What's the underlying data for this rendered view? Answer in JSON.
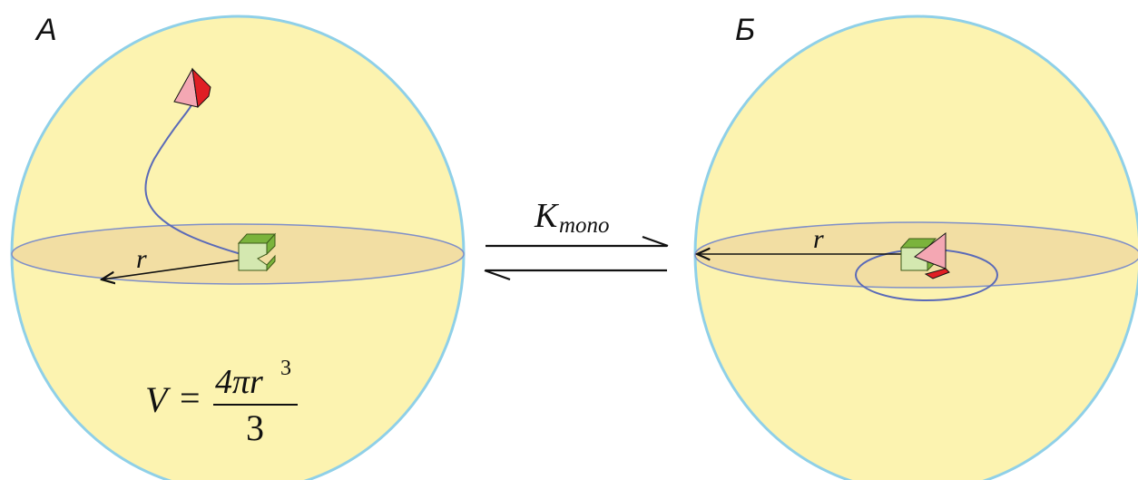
{
  "panel_a": {
    "label": "А",
    "radius_label": "r",
    "formula": {
      "lhs": "V",
      "eq": "=",
      "numerator": "4πr",
      "exponent": "3",
      "denominator": "3"
    }
  },
  "panel_b": {
    "label": "Б",
    "radius_label": "r"
  },
  "equilibrium": {
    "symbol": "K",
    "subscript": "mono"
  },
  "colors": {
    "sphere_fill": "#fcf3b0",
    "sphere_stroke": "#8fd0e8",
    "disk_fill": "#f2dea3",
    "disk_stroke": "#7f8fc8",
    "tether": "#5a6ab8",
    "receptor_light": "#d4e8b0",
    "receptor_dark": "#7bb33c",
    "ligand_light": "#f4a7b3",
    "ligand_dark": "#e01e24"
  }
}
